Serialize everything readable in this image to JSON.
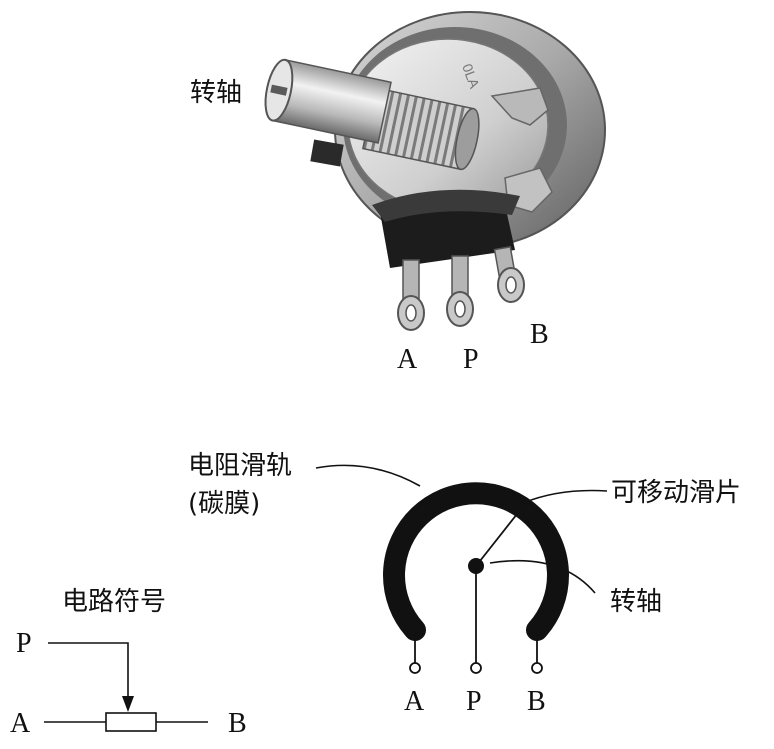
{
  "photo": {
    "shaft_label": "转轴",
    "terminal_a": "A",
    "terminal_p": "P",
    "terminal_b": "B",
    "body_marking": "0LA"
  },
  "diagram": {
    "track_label_line1": "电阻滑轨",
    "track_label_line2": "(碳膜)",
    "wiper_label": "可移动滑片",
    "shaft_label": "转轴",
    "terminal_a": "A",
    "terminal_p": "P",
    "terminal_b": "B"
  },
  "symbol": {
    "title": "电路符号",
    "terminal_p": "P",
    "terminal_a": "A",
    "terminal_b": "B"
  },
  "colors": {
    "ink": "#111111",
    "metal_light": "#dcdcdc",
    "metal_dark": "#6e6e6e",
    "black_body": "#1c1c1c"
  }
}
